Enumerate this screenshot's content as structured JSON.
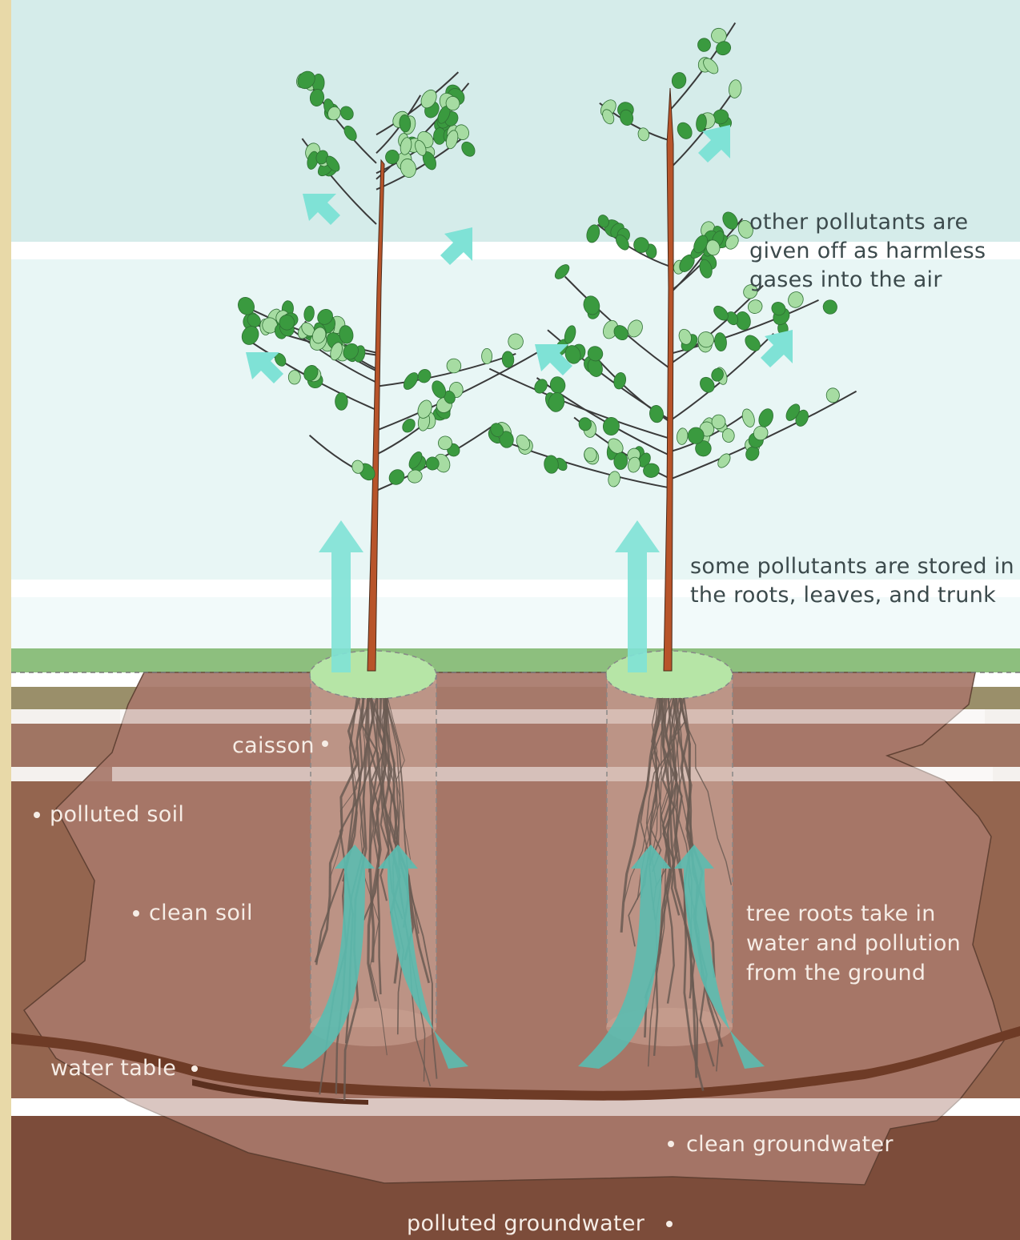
{
  "labels": {
    "gases": [
      "other pollutants are",
      "given off as harmless",
      "gases into the air"
    ],
    "stored": [
      "some pollutants are stored in",
      "the roots, leaves, and trunk"
    ],
    "roots": [
      "tree roots take in",
      "water and pollution",
      "from the ground"
    ],
    "caisson": "caisson",
    "polluted_soil": "polluted soil",
    "clean_soil": "clean soil",
    "water_table": "water table",
    "clean_groundwater": "clean groundwater",
    "polluted_groundwater": "polluted groundwater"
  },
  "icons": {
    "flow_arrow": "flow-arrow-icon",
    "bullet": "bullet-dot-icon"
  },
  "colors": {
    "frame": "#e8d9a8",
    "sky": "#d5ecea",
    "sky_light": "#e9f6f5",
    "grass": "#8dbf7e",
    "polluted_soil": "#94654f",
    "clean_soil": "#a8786a",
    "polluted_groundwater": "#7c4c3a",
    "water_table": "#6e3b26",
    "arrow": "#7fe2d6",
    "arrow_underground": "#5bbcb0",
    "trunk": "#b8542a",
    "leaf_dark": "#3a9a3f",
    "leaf_light": "#a6dca2",
    "caisson_top": "#b6e5a6",
    "root": "#6a5a52"
  }
}
